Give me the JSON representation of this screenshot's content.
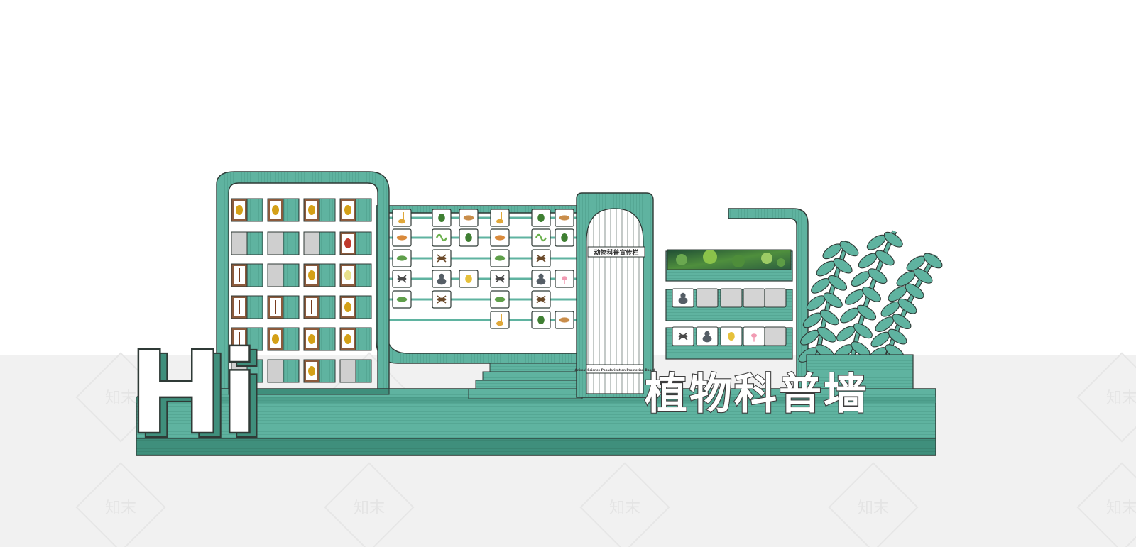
{
  "scene": {
    "colors": {
      "teal": "#5fb3a0",
      "teal_dark": "#3f8f7c",
      "teal_light": "#7cc6b4",
      "outline": "#2f3a36",
      "floor": "#eeeeee",
      "tile": "#d0d0d0",
      "white": "#ffffff"
    },
    "hi_letters": "Hi",
    "title_text": "植物科普墙",
    "board": {
      "header": "动物科普宣传栏",
      "footer": "Animal Science Popularization Promotion Board"
    },
    "watermark": "知末",
    "specimen_grid": {
      "rows": [
        [
          "beetle-specimen",
          "beetle-specimen",
          "beetle-specimen",
          "beetle-specimen"
        ],
        [
          "blank-tile",
          "blank-tile",
          "blank-tile",
          "ladybug-specimen"
        ],
        [
          "stick-insect-specimen",
          "blank-tile",
          "beetle-specimen",
          "butterfly-specimen"
        ],
        [
          "stick-insect-specimen",
          "mantis-specimen",
          "stick-insect-specimen",
          "bee-specimen"
        ],
        [
          "stick-insect-specimen",
          "beetle-specimen",
          "beetle-specimen",
          "beetle-specimen"
        ],
        [
          "blank-tile",
          "blank-tile",
          "beetle-specimen",
          "blank-tile"
        ]
      ]
    },
    "animal_rack": {
      "columns": [
        [
          "giraffe-icon",
          "fox-icon",
          "crocodile-icon",
          "scorpion-icon",
          "crocodile-icon"
        ],
        [
          "beetle-icon",
          "snake-icon",
          "cricket-icon",
          "gorilla-icon",
          "cricket-icon"
        ],
        [
          "capybara-icon",
          "beetle-icon",
          "",
          "chick-icon",
          ""
        ],
        [
          "giraffe-icon",
          "fox-icon",
          "crocodile-icon",
          "scorpion-icon",
          "crocodile-icon",
          "giraffe-icon"
        ],
        [
          "beetle-icon",
          "snake-icon",
          "cricket-icon",
          "gorilla-icon",
          "cricket-icon",
          "beetle-icon"
        ],
        [
          "capybara-icon",
          "beetle-icon",
          "",
          "flamingo-icon",
          "",
          "capybara-icon"
        ]
      ]
    },
    "shelf": {
      "middle": [
        "gorilla-icon",
        "",
        "",
        "",
        ""
      ],
      "bottom": [
        "scorpion-icon",
        "gorilla-icon",
        "chick-icon",
        "flamingo-icon",
        ""
      ]
    }
  }
}
